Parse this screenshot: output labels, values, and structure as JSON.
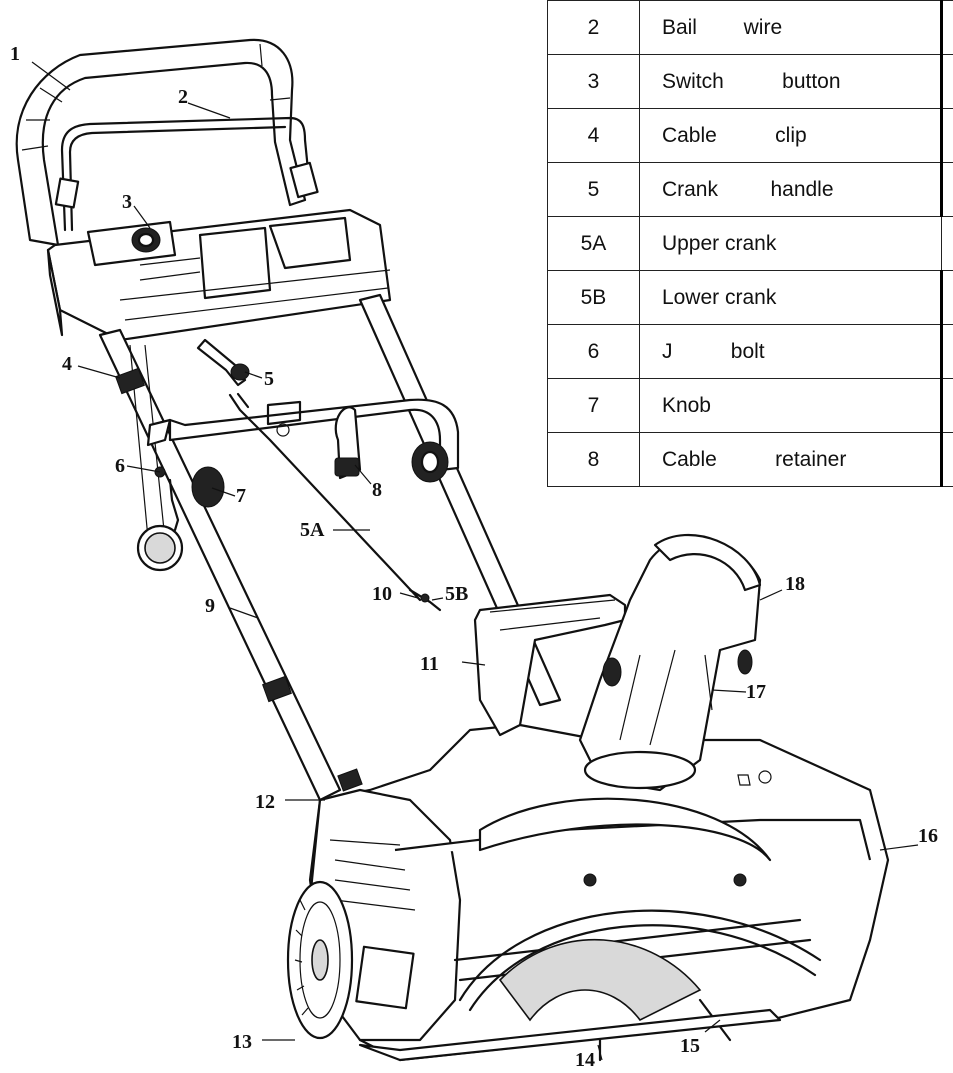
{
  "parts_table": [
    {
      "num": "2",
      "name": "Bail        wire"
    },
    {
      "num": "3",
      "name": "Switch          button"
    },
    {
      "num": "4",
      "name": "Cable          clip"
    },
    {
      "num": "5",
      "name": "Crank         handle"
    },
    {
      "num": "5A",
      "name": "Upper crank"
    },
    {
      "num": "5B",
      "name": "Lower crank"
    },
    {
      "num": "6",
      "name": "J          bolt"
    },
    {
      "num": "7",
      "name": "Knob"
    },
    {
      "num": "8",
      "name": "Cable          retainer"
    }
  ],
  "callouts": {
    "c1": "1",
    "c2": "2",
    "c3": "3",
    "c4": "4",
    "c5": "5",
    "c5a": "5A",
    "c5b": "5B",
    "c6": "6",
    "c7": "7",
    "c8": "8",
    "c9": "9",
    "c10": "10",
    "c11": "11",
    "c12": "12",
    "c13": "13",
    "c14": "14",
    "c15": "15",
    "c16": "16",
    "c17": "17",
    "c18": "18"
  }
}
